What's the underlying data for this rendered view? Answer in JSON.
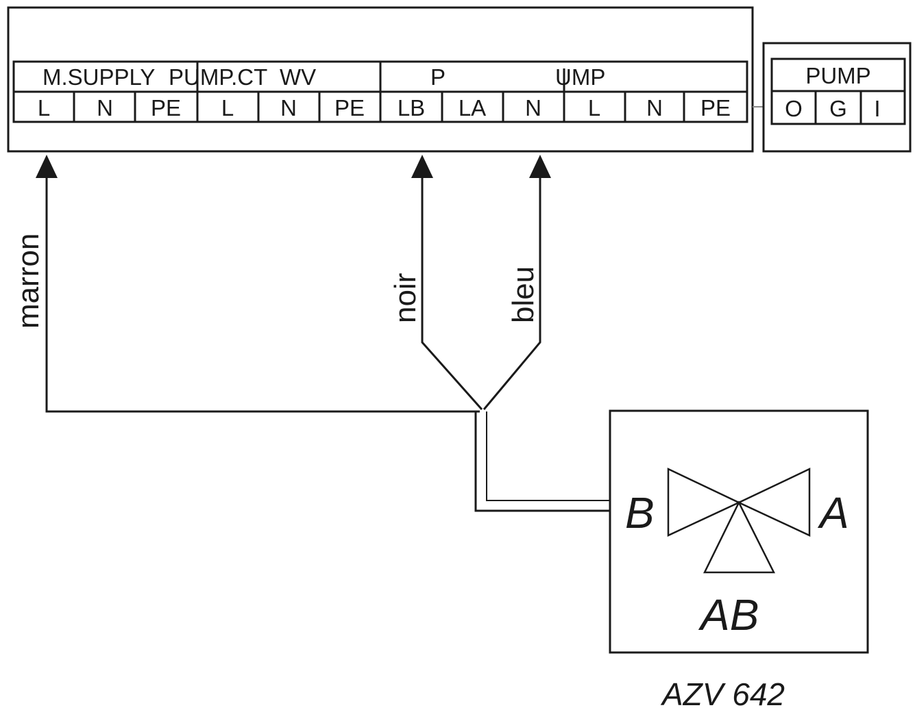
{
  "terminal_block": {
    "group_labels": [
      "M.SUPPLY",
      "PUMP.CT",
      "WV",
      "P",
      "UMP"
    ],
    "cells": [
      "L",
      "N",
      "PE",
      "L",
      "N",
      "PE",
      "LB",
      "LA",
      "N",
      "L",
      "N",
      "PE"
    ]
  },
  "pump_block": {
    "title": "PUMP",
    "cells": [
      "O",
      "G",
      "I"
    ]
  },
  "wires": {
    "brown": "marron",
    "black": "noir",
    "blue": "bleu"
  },
  "valve": {
    "port_a": "A",
    "port_b": "B",
    "port_ab": "AB",
    "model": "AZV 642"
  }
}
